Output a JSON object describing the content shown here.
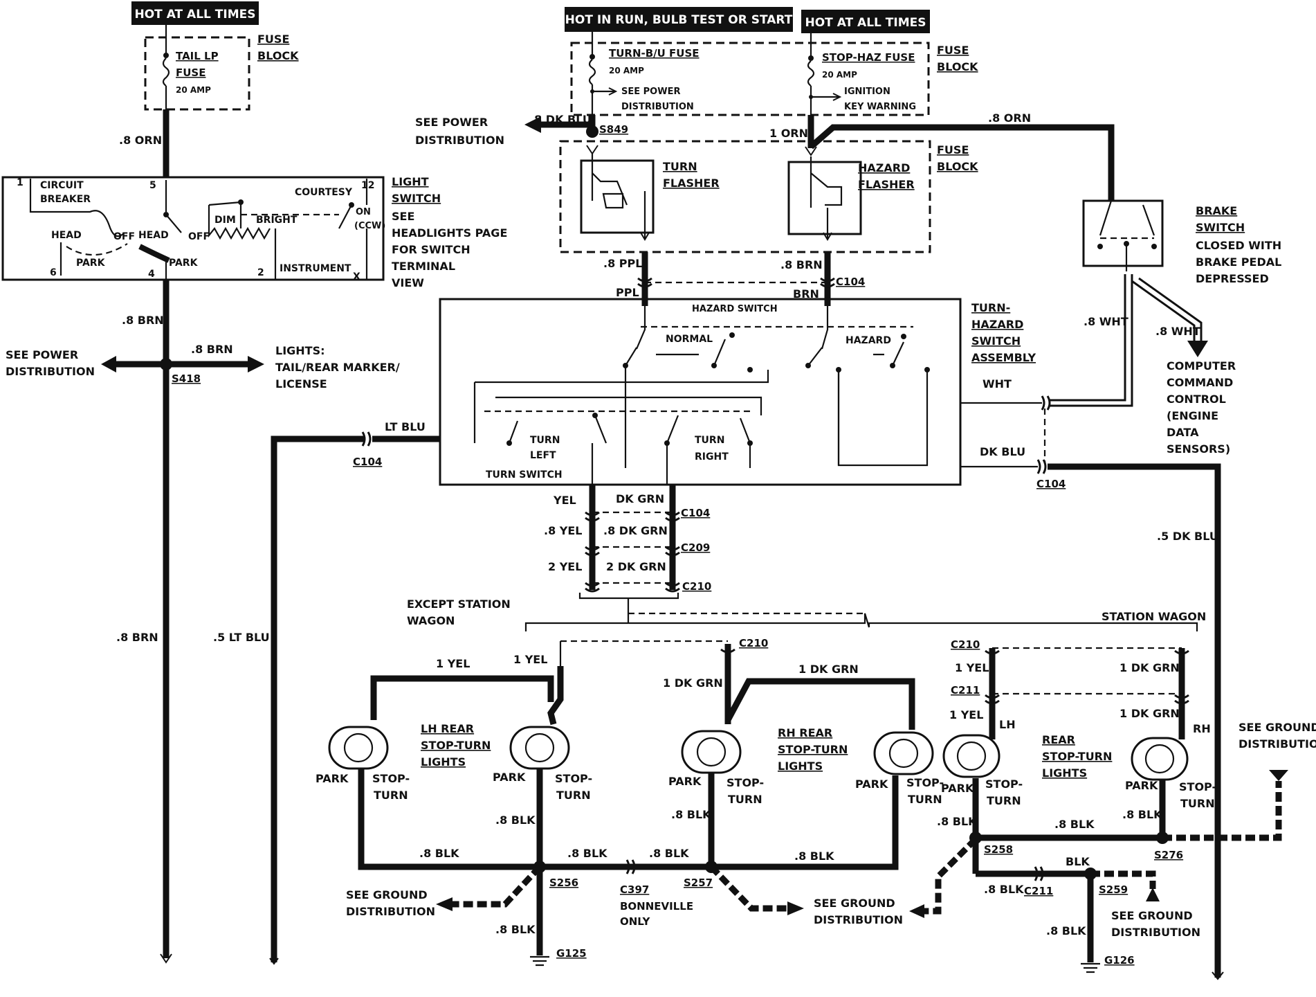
{
  "headers": {
    "hot_all_left": "HOT AT ALL TIMES",
    "hot_run": "HOT IN RUN,  BULB TEST OR START",
    "hot_all_right": "HOT AT ALL TIMES"
  },
  "fuse_block_left": {
    "fuse_name_1": "TAIL LP",
    "fuse_name_2": "FUSE",
    "fuse_rating": "20 AMP",
    "block_1": "FUSE",
    "block_2": "BLOCK"
  },
  "fuse_block_top": {
    "turn_fuse": "TURN-B/U FUSE",
    "turn_rating": "20 AMP",
    "see_power_1": "SEE POWER",
    "see_power_2": "DISTRIBUTION",
    "stop_fuse": "STOP-HAZ FUSE",
    "stop_rating": "20 AMP",
    "ign_1": "IGNITION",
    "ign_2": "KEY WARNING",
    "block_1": "FUSE",
    "block_2": "BLOCK"
  },
  "flashers": {
    "turn_1": "TURN",
    "turn_2": "FLASHER",
    "hazard_1": "HAZARD",
    "hazard_2": "FLASHER",
    "block_1": "FUSE",
    "block_2": "BLOCK"
  },
  "light_switch": {
    "circuit_1": "CIRCUIT",
    "circuit_2": "BREAKER",
    "head1": "HEAD",
    "off1": "OFF",
    "park1": "PARK",
    "head2": "HEAD",
    "off2": "OFF",
    "park2": "PARK",
    "dim": "DIM",
    "bright": "BRIGHT",
    "courtesy": "COURTESY",
    "on": "ON",
    "ccw": "(CCW)",
    "instrument": "INSTRUMENT",
    "t1": "1",
    "t5": "5",
    "t12": "12",
    "t6": "6",
    "t4": "4",
    "t2": "2",
    "tx": "X",
    "title_1": "LIGHT",
    "title_2": "SWITCH",
    "note_1": "SEE",
    "note_2": "HEADLIGHTS PAGE",
    "note_3": "FOR SWITCH",
    "note_4": "TERMINAL",
    "note_5": "VIEW"
  },
  "left_wiring": {
    "orn": ".8 ORN",
    "brn1": ".8 BRN",
    "brn2": ".8 BRN",
    "brn3": ".8 BRN",
    "s418": "S418",
    "see_power_1": "SEE POWER",
    "see_power_2": "DISTRIBUTION",
    "lights_1": "LIGHTS:",
    "lights_2": "TAIL/REAR MARKER/",
    "lights_3": "LICENSE",
    "ltblu": "LT BLU",
    "c104": "C104",
    "ltblu5": ".5 LT BLU"
  },
  "top_wiring": {
    "see_power_1": "SEE POWER",
    "see_power_2": "DISTRIBUTION",
    "dkblu": ".8 DK BLU",
    "s849": "S849",
    "orn1": "1 ORN",
    "orn8": ".8 ORN",
    "ppl8": ".8 PPL",
    "ppl": "PPL",
    "brn8": ".8 BRN",
    "brn": "BRN",
    "c104": "C104"
  },
  "brake_switch": {
    "l1": "BRAKE",
    "l2": "SWITCH",
    "l3": "CLOSED WITH",
    "l4": "BRAKE PEDAL",
    "l5": "DEPRESSED",
    "wht8a": ".8 WHT",
    "wht8b": ".8 WHT",
    "ccc_1": "COMPUTER",
    "ccc_2": "COMMAND",
    "ccc_3": "CONTROL",
    "ccc_4": "(ENGINE",
    "ccc_5": "DATA",
    "ccc_6": "SENSORS)"
  },
  "turn_hazard": {
    "hazard_switch": "HAZARD SWITCH",
    "normal": "NORMAL",
    "hazard": "HAZARD",
    "turn_left_1": "TURN",
    "turn_left_2": "LEFT",
    "turn_right_1": "TURN",
    "turn_right_2": "RIGHT",
    "turn_switch": "TURN SWITCH",
    "title_1": "TURN-",
    "title_2": "HAZARD",
    "title_3": "SWITCH",
    "title_4": "ASSEMBLY",
    "wht": "WHT",
    "dkblu": "DK BLU",
    "c104": "C104",
    "dkblu5": ".5 DK BLU"
  },
  "center_bundle": {
    "yel": "YEL",
    "dkgrn": "DK GRN",
    "c104": "C104",
    "yel8": ".8 YEL",
    "dkgrn8": ".8 DK GRN",
    "c209": "C209",
    "yel2": "2 YEL",
    "dkgrn2": "2 DK GRN",
    "c210": "C210"
  },
  "except_sw": {
    "label_1": "EXCEPT STATION",
    "label_2": "WAGON",
    "yel1a": "1 YEL",
    "yel1b": "1 YEL",
    "c210": "C210",
    "dkgrn1a": "1 DK GRN",
    "dkgrn1b": "1 DK GRN",
    "lh_1": "LH REAR",
    "lh_2": "STOP-TURN",
    "lh_3": "LIGHTS",
    "rh_1": "RH REAR",
    "rh_2": "STOP-TURN",
    "rh_3": "LIGHTS",
    "park": "PARK",
    "stop_1": "STOP-",
    "stop_2": "TURN",
    "blk8": ".8 BLK",
    "s256": "S256",
    "s257": "S257",
    "c397": "C397",
    "bonne_1": "BONNEVILLE",
    "bonne_2": "ONLY",
    "g125": "G125",
    "see_gnd_1": "SEE GROUND",
    "see_gnd_2": "DISTRIBUTION"
  },
  "station_wagon": {
    "label": "STATION WAGON",
    "c210": "C210",
    "c211": "C211",
    "yel1": "1 YEL",
    "dkgrn1": "1 DK GRN",
    "lh": "LH",
    "rh": "RH",
    "rear_1": "REAR",
    "rear_2": "STOP-TURN",
    "rear_3": "LIGHTS",
    "s258": "S258",
    "s276": "S276",
    "s259": "S259",
    "c211b": "C211",
    "blk": "BLK",
    "blk8": ".8 BLK",
    "g126": "G126",
    "see_gnd_1": "SEE GROUND",
    "see_gnd_2": "DISTRIBUTION"
  }
}
